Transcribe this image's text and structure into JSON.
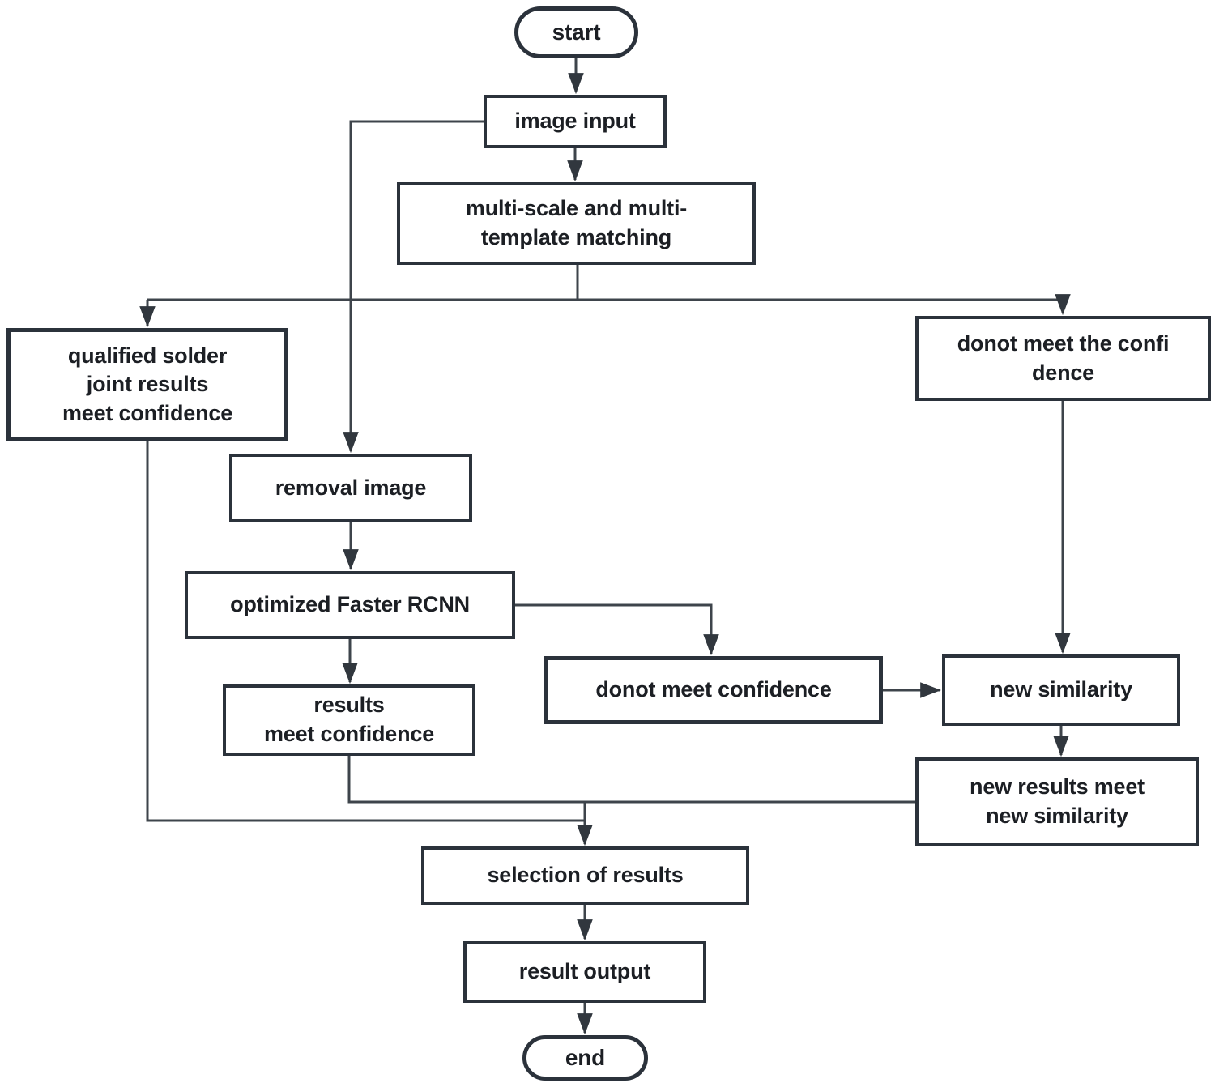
{
  "diagram": {
    "type": "flowchart",
    "colors": {
      "background": "#ffffff",
      "box_border": "#2b323b",
      "connector": "#3e444b",
      "arrowhead": "#31373e",
      "text": "#1c1f24"
    },
    "nodes": {
      "start": {
        "label": "start",
        "shape": "terminator"
      },
      "image_input": {
        "label": "image input",
        "shape": "process"
      },
      "multiscale": {
        "label": "multi-scale and multi-\ntemplate matching",
        "shape": "process"
      },
      "qualified": {
        "label": "qualified solder\njoint results\nmeet confidence",
        "shape": "process"
      },
      "donot_conf1": {
        "label": "donot meet the confi\ndence",
        "shape": "process"
      },
      "removal": {
        "label": "removal image",
        "shape": "process"
      },
      "rcnn": {
        "label": "optimized Faster RCNN",
        "shape": "process"
      },
      "results_meet": {
        "label": "results\nmeet confidence",
        "shape": "process"
      },
      "donot_conf2": {
        "label": "donot meet confidence",
        "shape": "process"
      },
      "new_similarity": {
        "label": "new similarity",
        "shape": "process"
      },
      "new_results": {
        "label": "new results meet\nnew similarity",
        "shape": "process"
      },
      "selection": {
        "label": "selection of results",
        "shape": "process"
      },
      "result_output": {
        "label": "result output",
        "shape": "process"
      },
      "end": {
        "label": "end",
        "shape": "terminator"
      }
    },
    "edges": [
      {
        "from": "start",
        "to": "image_input"
      },
      {
        "from": "image_input",
        "to": "multiscale"
      },
      {
        "from": "image_input",
        "to": "removal",
        "route": "left-then-down"
      },
      {
        "from": "multiscale",
        "to": "qualified",
        "route": "down-left-down"
      },
      {
        "from": "multiscale",
        "to": "donot_conf1",
        "route": "down-right-down"
      },
      {
        "from": "removal",
        "to": "rcnn"
      },
      {
        "from": "rcnn",
        "to": "results_meet"
      },
      {
        "from": "rcnn",
        "to": "donot_conf2",
        "route": "right-then-down"
      },
      {
        "from": "donot_conf2",
        "to": "new_similarity",
        "route": "right"
      },
      {
        "from": "donot_conf1",
        "to": "new_similarity",
        "route": "down"
      },
      {
        "from": "new_similarity",
        "to": "new_results"
      },
      {
        "from": "results_meet",
        "to": "selection",
        "route": "down-right-down"
      },
      {
        "from": "new_results",
        "to": "selection",
        "route": "left-then-down"
      },
      {
        "from": "qualified",
        "to": "selection",
        "route": "down-right"
      },
      {
        "from": "selection",
        "to": "result_output"
      },
      {
        "from": "result_output",
        "to": "end"
      }
    ]
  }
}
